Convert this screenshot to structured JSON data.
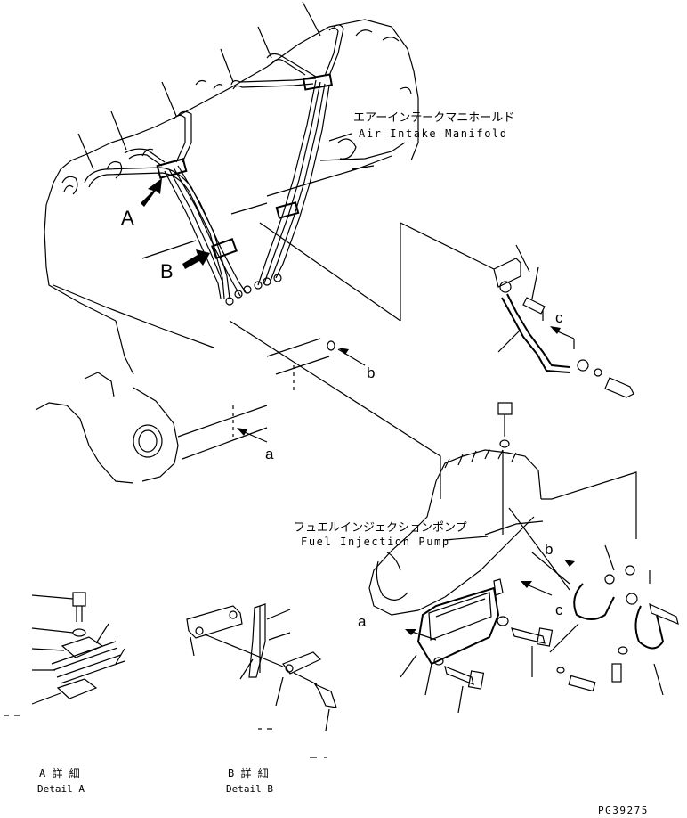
{
  "labels": {
    "air_intake_jp": "エアーインテークマニホールド",
    "air_intake_en": "Air Intake Manifold",
    "fuel_pump_jp": "フュエルインジェクションポンプ",
    "fuel_pump_en": "Fuel Injection Pump",
    "view_a": "A",
    "view_b": "B",
    "ref_a": "a",
    "ref_b": "b",
    "ref_c": "c",
    "ref_a2": "a",
    "ref_b2": "b",
    "ref_c2": "c",
    "detail_a_jp": "A 詳 細",
    "detail_a_en": "Detail A",
    "detail_b_jp": "B 詳 細",
    "detail_b_en": "Detail B",
    "drawing_code": "PG39275"
  }
}
